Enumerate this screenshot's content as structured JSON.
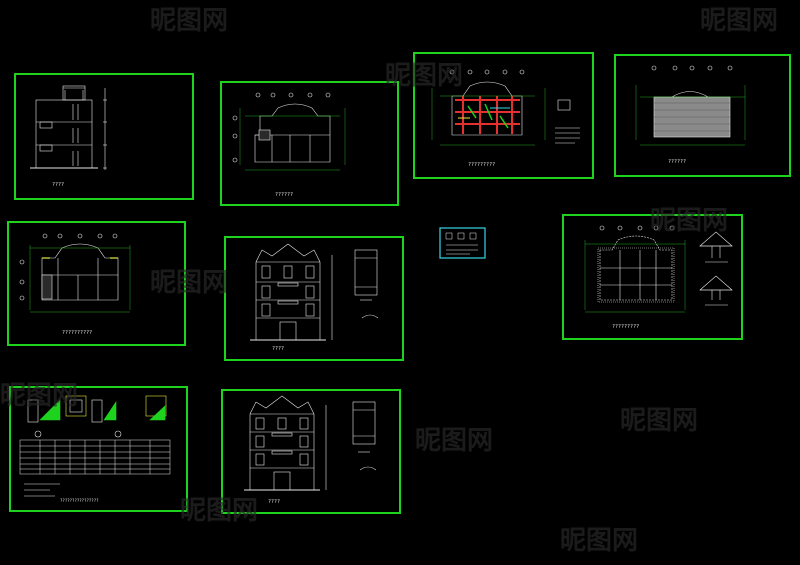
{
  "watermark": {
    "text": "昵图网"
  },
  "sheets": [
    {
      "id": "side-elevation",
      "caption": "????"
    },
    {
      "id": "plan-ground",
      "caption": "??????"
    },
    {
      "id": "structure-plan",
      "caption": "?????????"
    },
    {
      "id": "roof-plan",
      "caption": "??????"
    },
    {
      "id": "plan-upper",
      "caption": "??????????"
    },
    {
      "id": "front-elevation-1",
      "caption": "????"
    },
    {
      "id": "key-detail",
      "caption": ""
    },
    {
      "id": "foundation-plan",
      "caption": "?????????"
    },
    {
      "id": "details-table",
      "caption": "????????????????"
    },
    {
      "id": "front-elevation-2",
      "caption": "????"
    }
  ],
  "colors": {
    "frame": "#1ed31e",
    "line": "#e8e8e8",
    "dim": "#2bd32b",
    "red": "#e53030",
    "yellow": "#e8e840",
    "cyan": "#3ad6e6",
    "background": "#000000"
  }
}
